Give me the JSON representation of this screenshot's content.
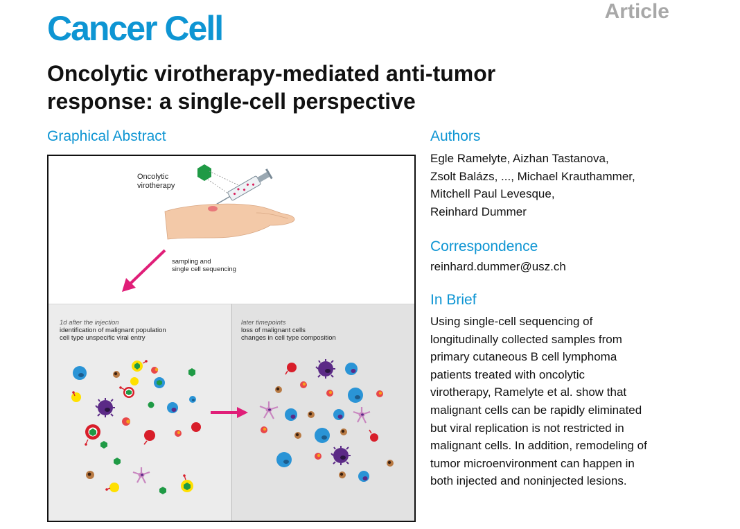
{
  "journal": "Cancer Cell",
  "article_type": "Article",
  "title_line1": "Oncolytic virotherapy-mediated anti-tumor",
  "title_line2": "response: a single-cell perspective",
  "graphical_abstract": {
    "heading": "Graphical Abstract",
    "label_oncolytic_1": "Oncolytic",
    "label_oncolytic_2": "virotherapy",
    "label_sampling_1": "sampling and",
    "label_sampling_2": "single cell sequencing",
    "left_panel_1": "1d after the injection",
    "left_panel_2": "identification of malignant population",
    "left_panel_3": "cell type unspecific viral entry",
    "right_panel_1": "later timepoints",
    "right_panel_2": "loss of malignant cells",
    "right_panel_3": "changes in cell type composition"
  },
  "authors": {
    "heading": "Authors",
    "line1": "Egle Ramelyte, Aizhan Tastanova,",
    "line2": "Zsolt Balázs, ..., Michael Krauthammer,",
    "line3": "Mitchell Paul Levesque,",
    "line4": "Reinhard Dummer"
  },
  "correspondence": {
    "heading": "Correspondence",
    "email": "reinhard.dummer@usz.ch"
  },
  "in_brief": {
    "heading": "In Brief",
    "lines": [
      "Using single-cell sequencing of",
      "longitudinally collected samples from",
      "primary cutaneous B cell lymphoma",
      "patients treated with oncolytic",
      "virotherapy, Ramelyte et al. show that",
      "malignant cells can be rapidly eliminated",
      "but viral replication is not restricted in",
      "malignant cells. In addition, remodeling of",
      "tumor microenvironment can happen in",
      "both injected and noninjected lesions."
    ]
  },
  "colors": {
    "brand_blue": "#0e95d3",
    "arrow_magenta": "#e01e78",
    "virus_green": "#1f9a45",
    "tumor_cell_blue": "#2a94d6",
    "malignant_purple": "#5b2a86",
    "infected_red": "#d81e2a",
    "yellow_cell": "#ffe000",
    "macrophage_pink": "#c987c0"
  }
}
